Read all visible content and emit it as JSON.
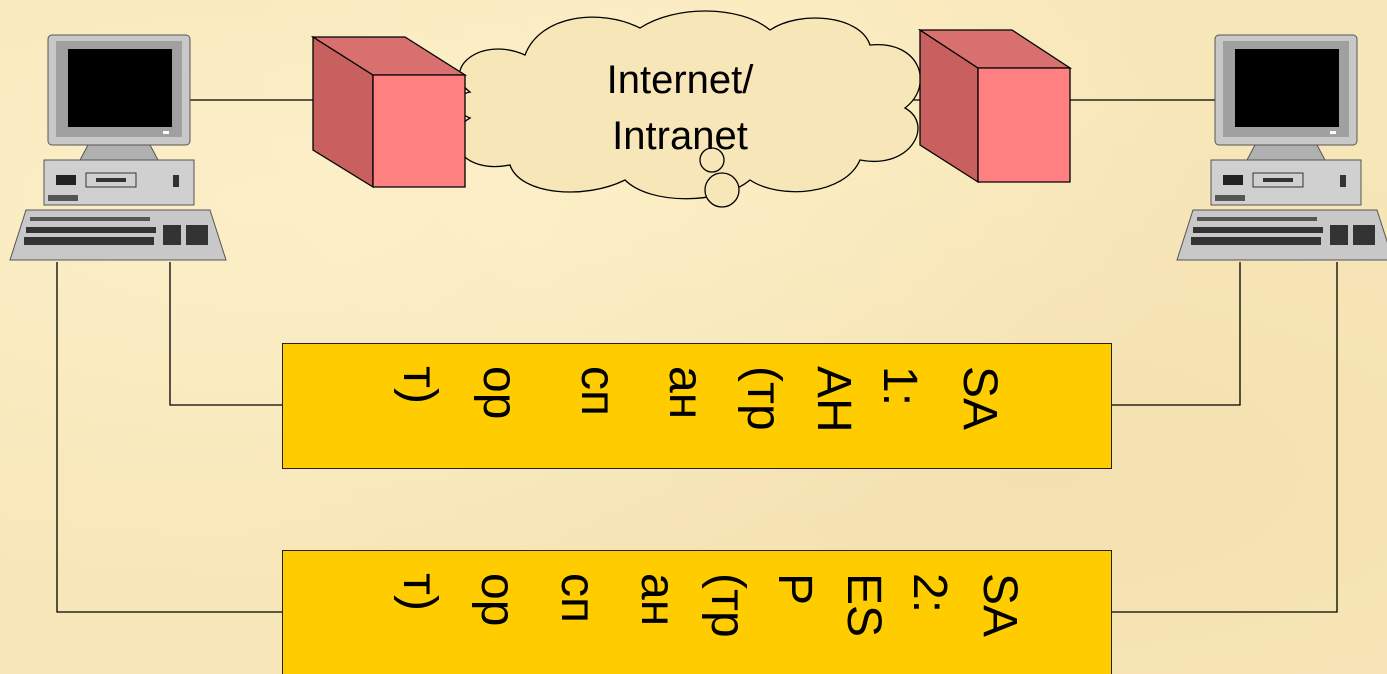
{
  "network": {
    "label_line1": "Internet/",
    "label_line2": "Intranet"
  },
  "security_associations": [
    {
      "tokens": [
        "SA",
        "1:",
        "AH",
        "(тр",
        "ан",
        "сп",
        "ор",
        "т)"
      ]
    },
    {
      "tokens": [
        "SA",
        "2:",
        "ES",
        "P",
        "(тр",
        "ан",
        "сп",
        "ор",
        "т)"
      ]
    }
  ],
  "colors": {
    "background": "#f7e6b8",
    "gateway_front": "#ff8080",
    "gateway_side": "#c86060",
    "sa_box": "#ffcc00"
  }
}
